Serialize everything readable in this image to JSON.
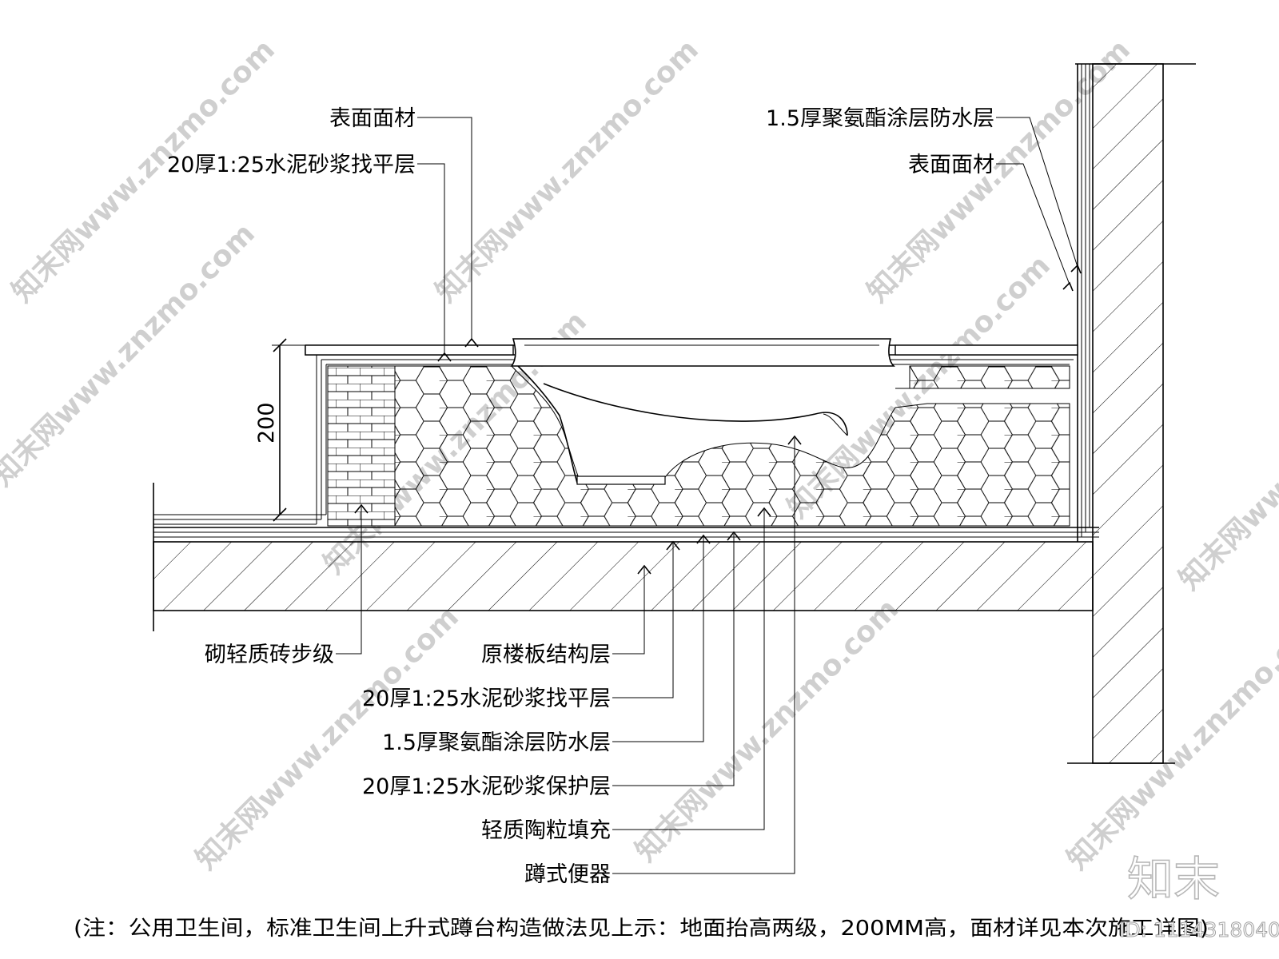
{
  "labels": {
    "top_left_1": "表面面材",
    "top_left_2": "20厚1:25水泥砂浆找平层",
    "top_right_1": "1.5厚聚氨酯涂层防水层",
    "top_right_2": "表面面材",
    "bottom_brick": "砌轻质砖步级",
    "bottom_1": "原楼板结构层",
    "bottom_2": "20厚1:25水泥砂浆找平层",
    "bottom_3": "1.5厚聚氨酯涂层防水层",
    "bottom_4": "20厚1:25水泥砂浆保护层",
    "bottom_5": "轻质陶粒填充",
    "bottom_6": "蹲式便器"
  },
  "dimension": "200",
  "note": "(注：公用卫生间，标准卫生间上升式蹲台构造做法见上示：地面抬高两级，200MM高，面材详见本次施工详图)",
  "watermark": "知末网www.znzmo.com",
  "logo": "知末",
  "id_text": "ID: 1114318040",
  "colors": {
    "line": "#000000",
    "watermark": "#cfcfcf",
    "background": "#ffffff"
  }
}
